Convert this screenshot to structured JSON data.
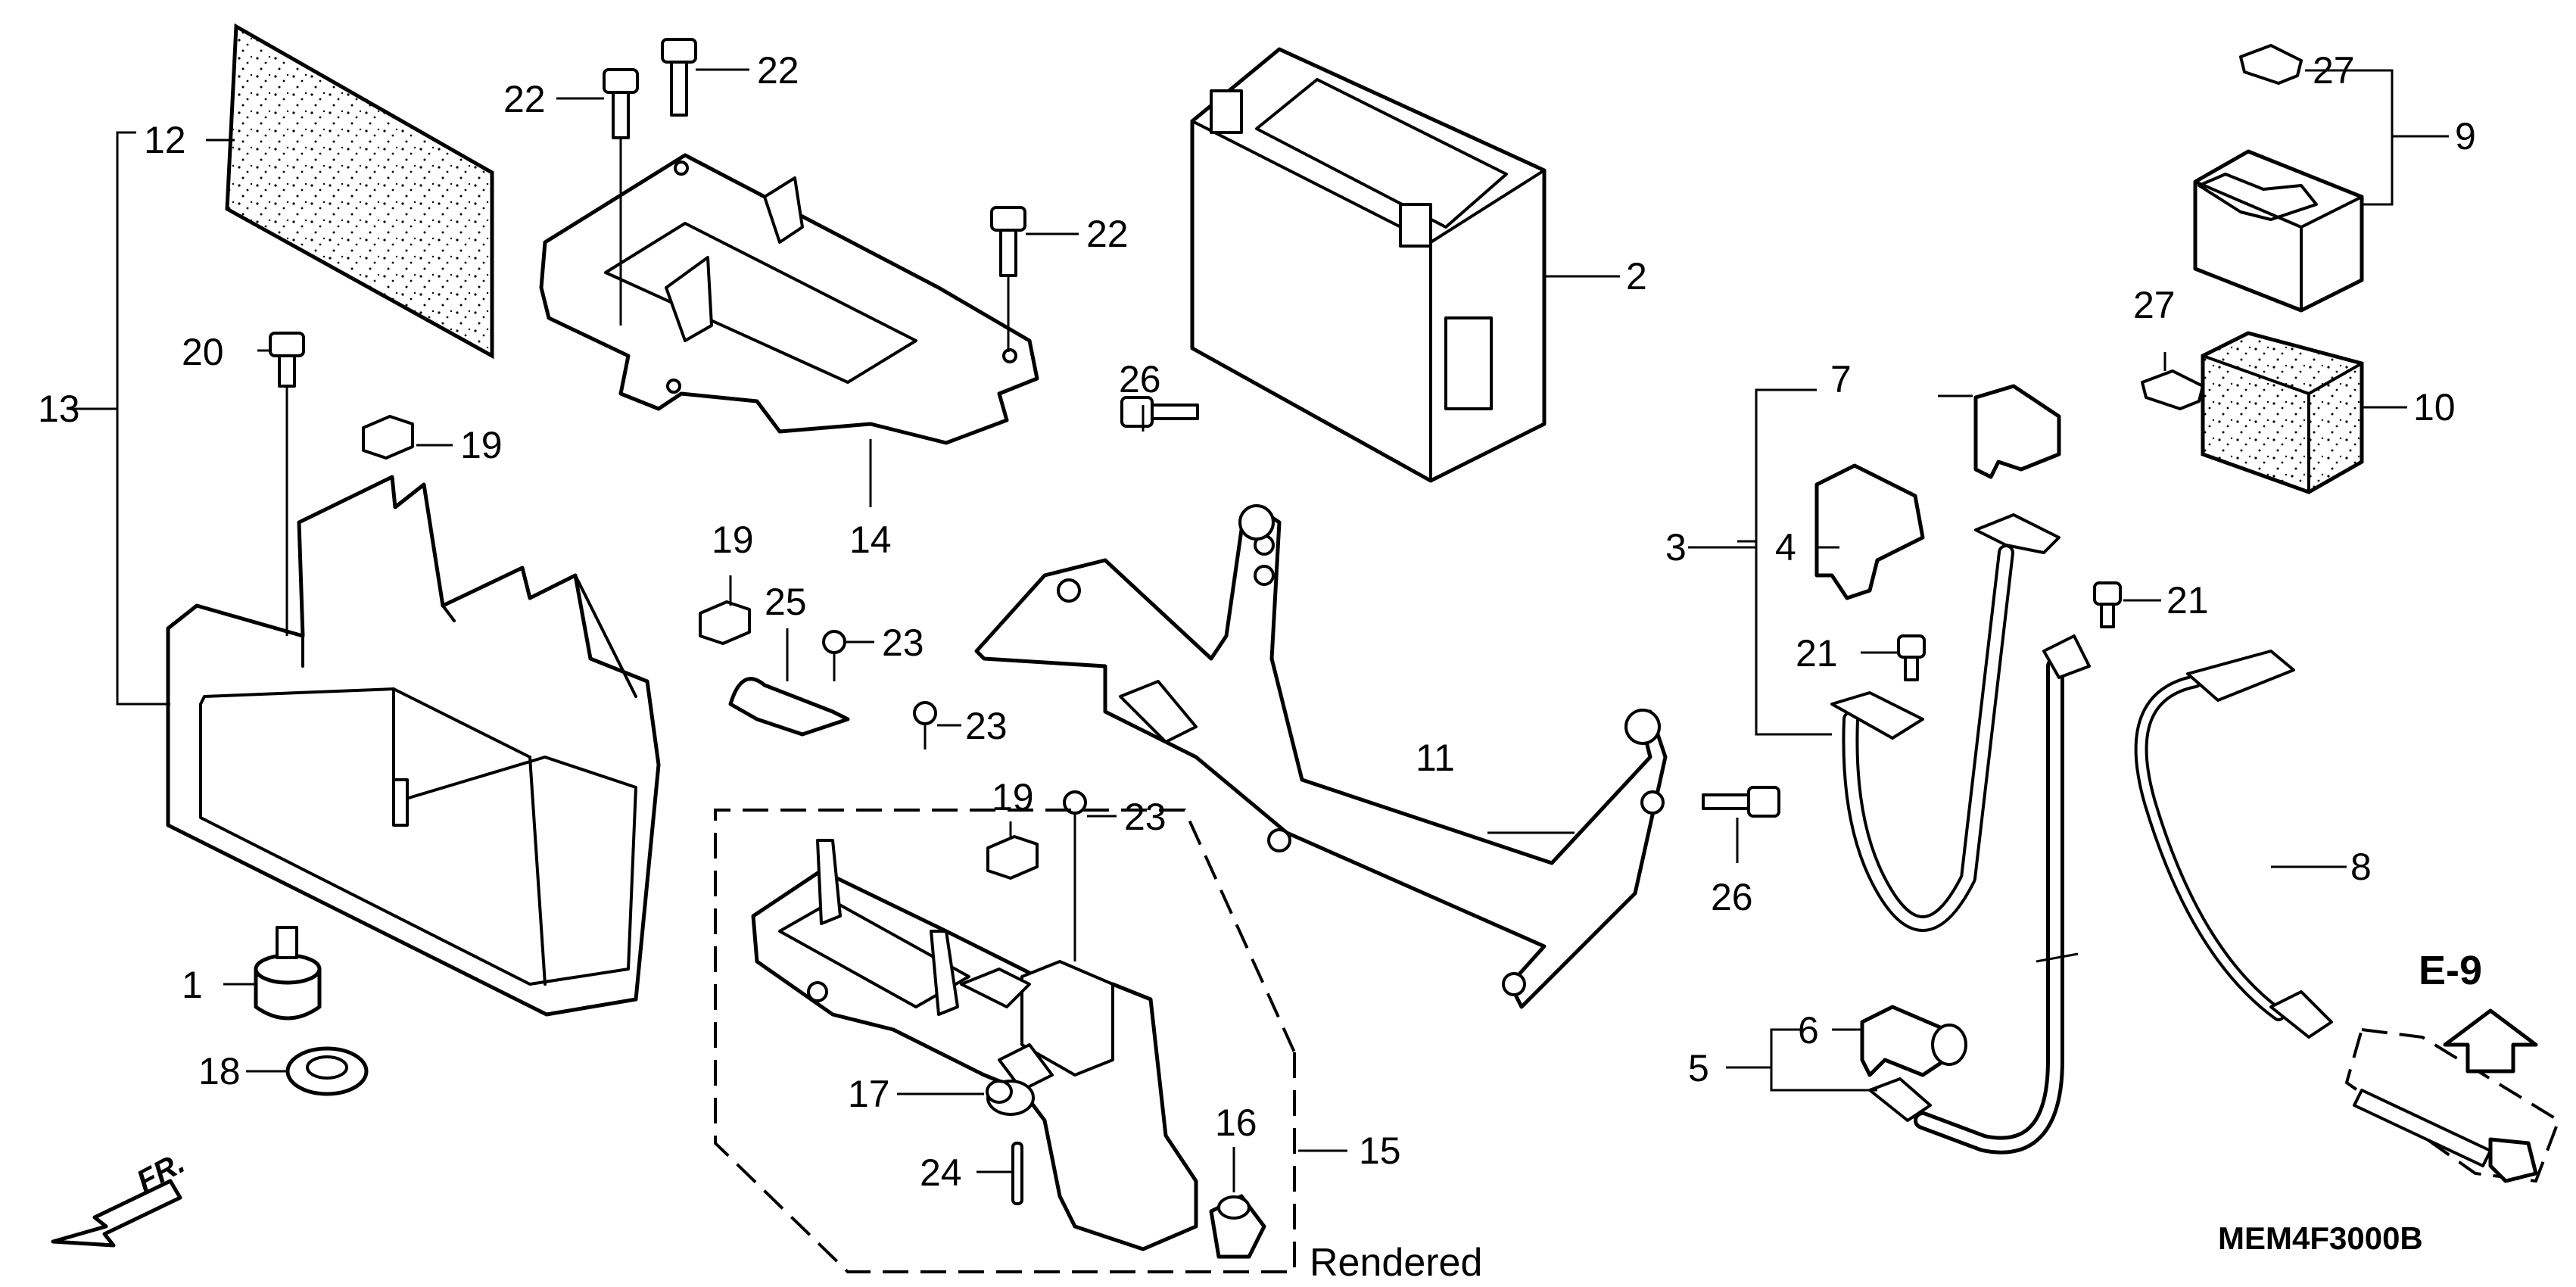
{
  "diagram": {
    "code": "MEM4F3000B",
    "reference": "E-9",
    "direction": "FR.",
    "watermark": "Rendered"
  },
  "callouts": {
    "c1": "1",
    "c2": "2",
    "c3": "3",
    "c4": "4",
    "c5": "5",
    "c6": "6",
    "c7": "7",
    "c8": "8",
    "c9": "9",
    "c10": "10",
    "c11": "11",
    "c12": "12",
    "c13": "13",
    "c14": "14",
    "c15": "15",
    "c16": "16",
    "c17": "17",
    "c18": "18",
    "c19a": "19",
    "c19b": "19",
    "c19c": "19",
    "c20": "20",
    "c21a": "21",
    "c21b": "21",
    "c22a": "22",
    "c22b": "22",
    "c22c": "22",
    "c23a": "23",
    "c23b": "23",
    "c23c": "23",
    "c24": "24",
    "c25": "25",
    "c26a": "26",
    "c26b": "26",
    "c27a": "27",
    "c27b": "27"
  }
}
